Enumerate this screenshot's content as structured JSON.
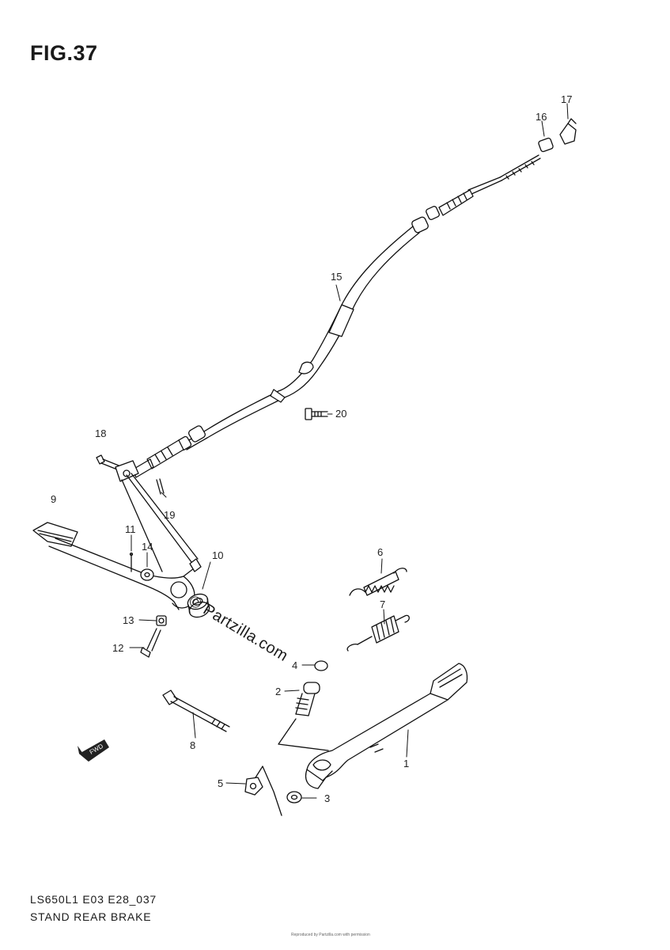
{
  "figure": {
    "title": "FIG.37",
    "code": "LS650L1 E03 E28_037",
    "name": "STAND REAR BRAKE",
    "watermark": "© Partzilla.com",
    "small_note": "Reproduced by Partzilla.com with permission"
  },
  "parts": [
    {
      "id": "1",
      "label": "1"
    },
    {
      "id": "2",
      "label": "2"
    },
    {
      "id": "3",
      "label": "3"
    },
    {
      "id": "4",
      "label": "4"
    },
    {
      "id": "5",
      "label": "5"
    },
    {
      "id": "6",
      "label": "6"
    },
    {
      "id": "7",
      "label": "7"
    },
    {
      "id": "8",
      "label": "8"
    },
    {
      "id": "9",
      "label": "9"
    },
    {
      "id": "10",
      "label": "10"
    },
    {
      "id": "11",
      "label": "11"
    },
    {
      "id": "12",
      "label": "12"
    },
    {
      "id": "13",
      "label": "13"
    },
    {
      "id": "14",
      "label": "14"
    },
    {
      "id": "15",
      "label": "15"
    },
    {
      "id": "16",
      "label": "16"
    },
    {
      "id": "17",
      "label": "17"
    },
    {
      "id": "18",
      "label": "18"
    },
    {
      "id": "19",
      "label": "19"
    },
    {
      "id": "20",
      "label": "20"
    }
  ],
  "fwd_badge": "FWD"
}
